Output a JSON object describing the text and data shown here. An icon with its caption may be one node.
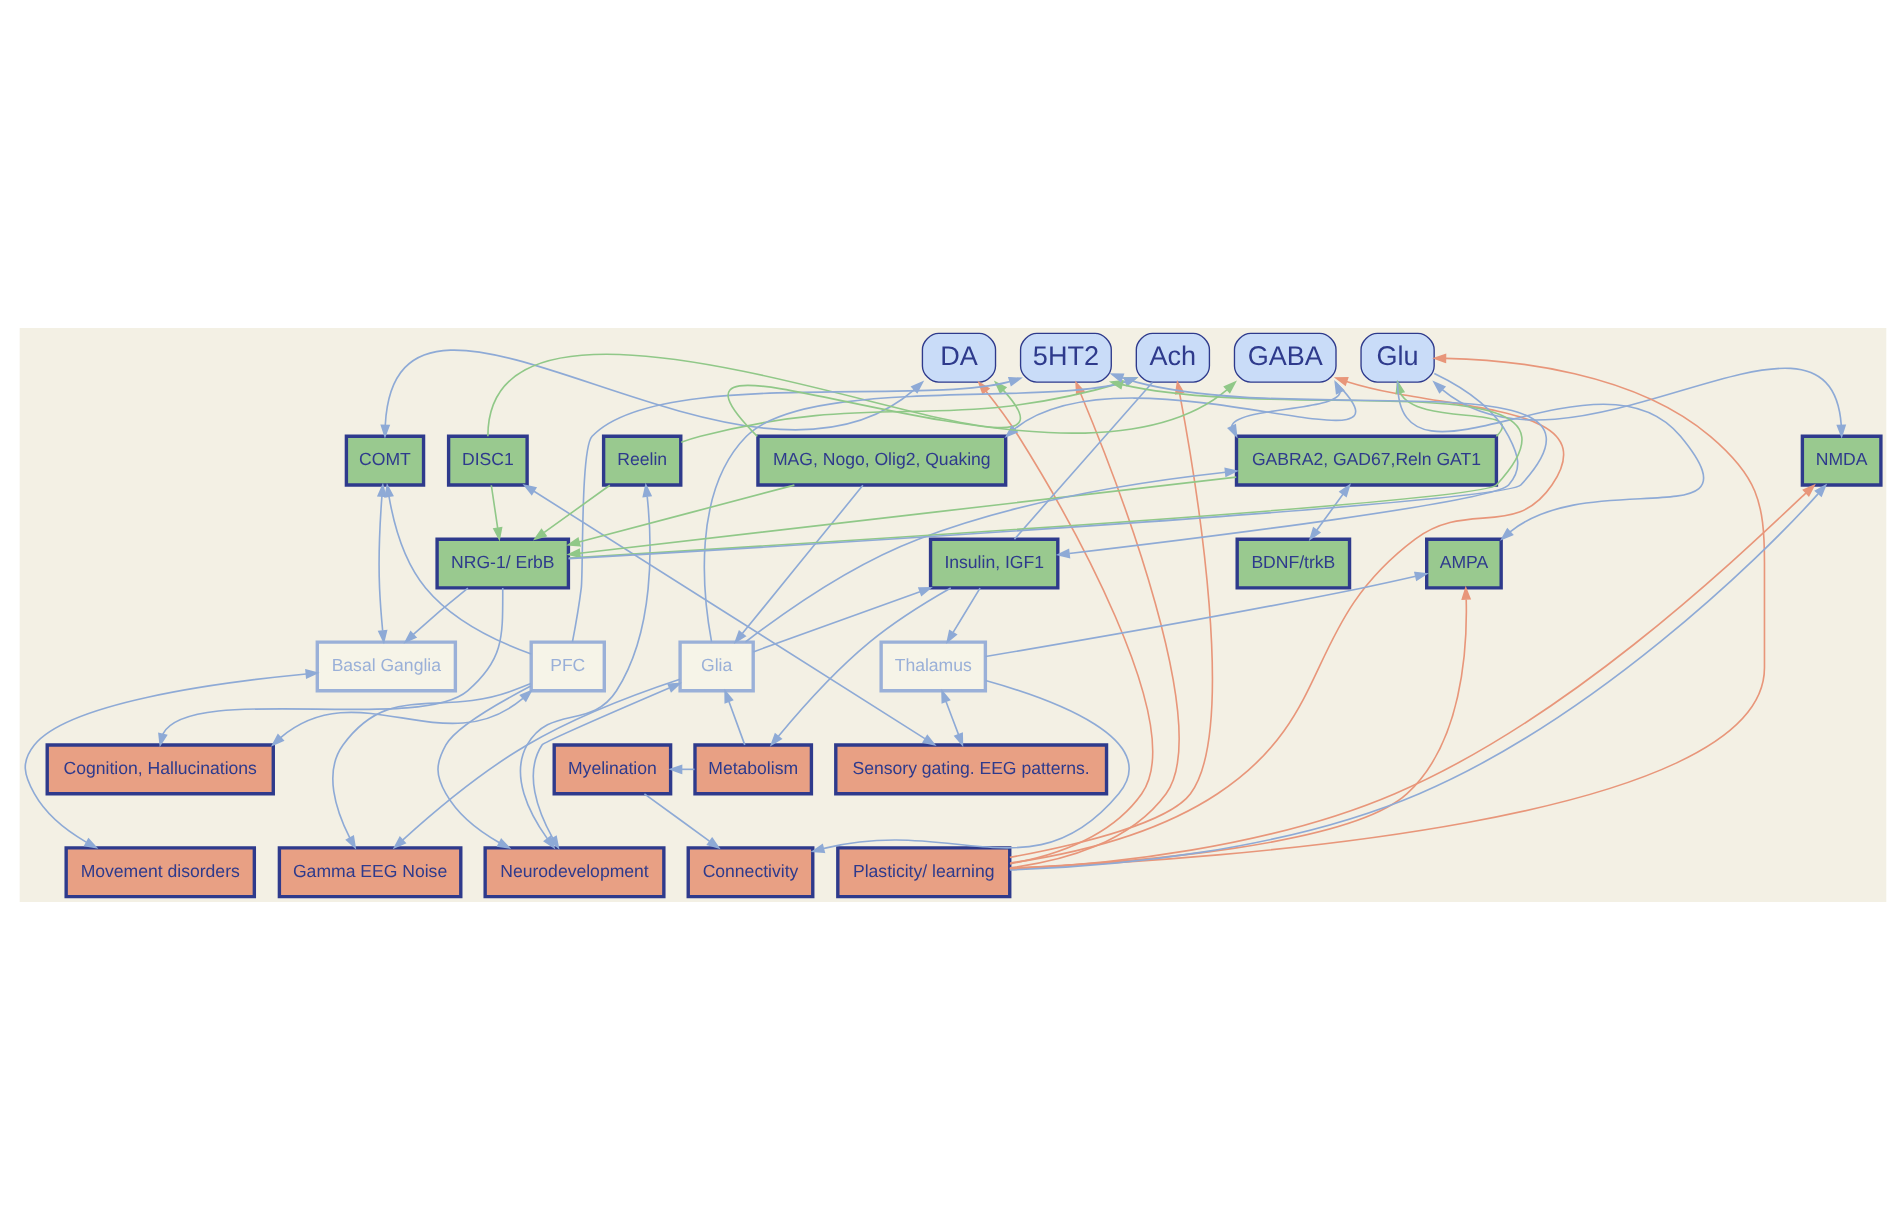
{
  "diagram": {
    "nodes": [
      {
        "text": [
          "DA"
        ]
      },
      {
        "text": [
          "5HT2"
        ]
      },
      {
        "text": [
          "Ach"
        ]
      },
      {
        "text": [
          "GABA"
        ]
      },
      {
        "text": [
          "Glu"
        ]
      },
      {
        "text": [
          "COMT"
        ]
      },
      {
        "text": [
          "DISC1"
        ]
      },
      {
        "text": [
          "Reelin"
        ]
      },
      {
        "text": [
          "MAG, Nogo, Olig2, Quaking"
        ]
      },
      {
        "text": [
          "GABRA2, GAD67,Reln GAT1"
        ]
      },
      {
        "text": [
          "NMDA"
        ]
      },
      {
        "text": [
          "NRG-1/ ErbB"
        ]
      },
      {
        "text": [
          "BDNF/trkB"
        ]
      },
      {
        "text": [
          "Insulin, IGF1"
        ]
      },
      {
        "text": [
          "AMPA"
        ]
      },
      {
        "text": [
          "Basal Ganglia"
        ]
      },
      {
        "text": [
          "PFC"
        ]
      },
      {
        "text": [
          "Glia"
        ]
      },
      {
        "text": [
          "Thalamus"
        ]
      },
      {
        "text": [
          "Cognition, Hallucinations"
        ]
      },
      {
        "text": [
          "Metabolism"
        ]
      },
      {
        "text": [
          "Sensory gating. EEG patterns."
        ]
      },
      {
        "text": [
          "Myelination"
        ]
      },
      {
        "text": [
          "Movement disorders"
        ]
      },
      {
        "text": [
          "Gamma EEG Noise"
        ]
      },
      {
        "text": [
          "Neurodevelopment"
        ]
      },
      {
        "text": [
          "Connectivity"
        ]
      },
      {
        "text": [
          "Plasticity/ learning"
        ]
      }
    ],
    "edges": [
      {
        "from": 5,
        "to": 0,
        "arrow": "both"
      },
      {
        "from": 6,
        "to": 0,
        "arrow": "to",
        "color": "#90c888"
      },
      {
        "from": 6,
        "to": 11,
        "arrow": "to",
        "color": "#90c888"
      },
      {
        "from": 11,
        "to": 1,
        "arrow": "to",
        "color": "#90c888"
      },
      {
        "from": 7,
        "to": 11,
        "arrow": "to",
        "color": "#90c888"
      },
      {
        "from": 7,
        "to": 2,
        "arrow": "to",
        "color": "#90c888"
      },
      {
        "from": 8,
        "to": 11,
        "arrow": "to",
        "color": "#90c888"
      },
      {
        "from": 9,
        "to": 11,
        "arrow": "to",
        "color": "#90c888"
      },
      {
        "from": 8,
        "to": 3,
        "arrow": "to",
        "color": "#90c888"
      },
      {
        "from": 9,
        "to": 4,
        "arrow": "to",
        "color": "#90c888"
      },
      {
        "from": 11,
        "to": 1,
        "arrow": "to"
      },
      {
        "from": 16,
        "to": 1,
        "arrow": "to"
      },
      {
        "from": 3,
        "to": 8,
        "arrow": "to"
      },
      {
        "from": 3,
        "to": 9,
        "arrow": "both"
      },
      {
        "from": 4,
        "to": 10,
        "arrow": "both"
      },
      {
        "from": 4,
        "to": 14,
        "arrow": "to"
      },
      {
        "from": 4,
        "to": 13,
        "arrow": "to"
      },
      {
        "from": 17,
        "to": 2,
        "arrow": "to"
      },
      {
        "from": 2,
        "to": 13,
        "arrow": "none"
      },
      {
        "from": 15,
        "to": 5,
        "arrow": "both"
      },
      {
        "from": 16,
        "to": 5,
        "arrow": "to"
      },
      {
        "from": 11,
        "to": 15,
        "arrow": "to"
      },
      {
        "from": 11,
        "to": 19,
        "arrow": "to"
      },
      {
        "from": 6,
        "to": 21,
        "arrow": "both"
      },
      {
        "from": 7,
        "to": 25,
        "arrow": "both"
      },
      {
        "from": 16,
        "to": 19,
        "arrow": "both"
      },
      {
        "from": 16,
        "to": 24,
        "arrow": "to"
      },
      {
        "from": 16,
        "to": 25,
        "arrow": "to"
      },
      {
        "from": 17,
        "to": 24,
        "arrow": "to"
      },
      {
        "from": 17,
        "to": 25,
        "arrow": "both"
      },
      {
        "from": 15,
        "to": 23,
        "arrow": "both"
      },
      {
        "from": 20,
        "to": 22,
        "arrow": "to"
      },
      {
        "from": 22,
        "to": 26,
        "arrow": "to"
      },
      {
        "from": 20,
        "to": 17,
        "arrow": "to"
      },
      {
        "from": 13,
        "to": 20,
        "arrow": "to"
      },
      {
        "from": 18,
        "to": 21,
        "arrow": "both"
      },
      {
        "from": 13,
        "to": 18,
        "arrow": "to"
      },
      {
        "from": 18,
        "to": 26,
        "arrow": "to"
      },
      {
        "from": 18,
        "to": 14,
        "arrow": "to"
      },
      {
        "from": 17,
        "to": 9,
        "arrow": "to"
      },
      {
        "from": 17,
        "to": 13,
        "arrow": "to"
      },
      {
        "from": 8,
        "to": 17,
        "arrow": "to"
      },
      {
        "from": 12,
        "to": 9,
        "arrow": "both"
      },
      {
        "from": 27,
        "to": 0,
        "arrow": "to",
        "color": "#e8967a"
      },
      {
        "from": 27,
        "to": 1,
        "arrow": "to",
        "color": "#e8967a"
      },
      {
        "from": 27,
        "to": 2,
        "arrow": "to",
        "color": "#e8967a"
      },
      {
        "from": 27,
        "to": 3,
        "arrow": "to",
        "color": "#e8967a"
      },
      {
        "from": 27,
        "to": 4,
        "arrow": "to",
        "color": "#e8967a"
      },
      {
        "from": 27,
        "to": 10,
        "arrow": "to",
        "color": "#e8967a"
      },
      {
        "from": 27,
        "to": 14,
        "arrow": "to",
        "color": "#e8967a"
      },
      {
        "from": 27,
        "to": 10,
        "arrow": "to"
      }
    ]
  }
}
